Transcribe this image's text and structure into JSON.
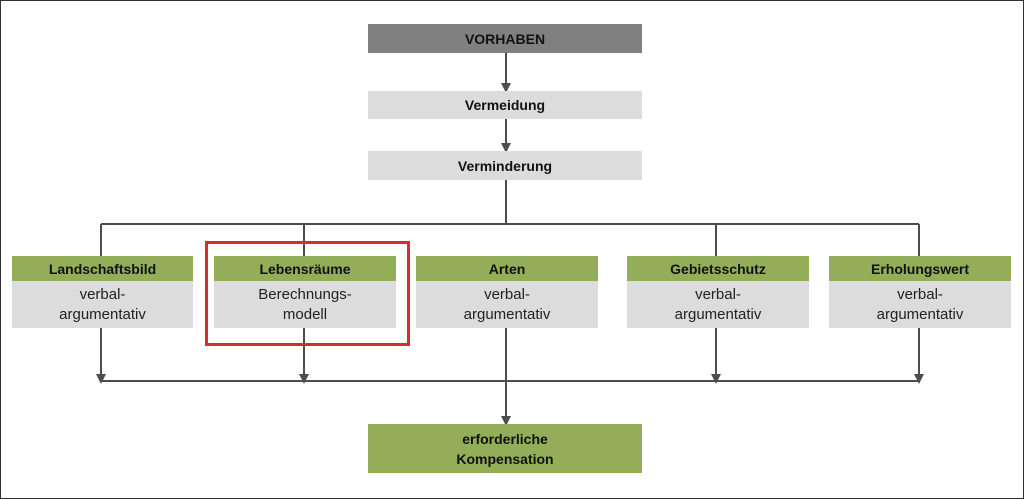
{
  "colors": {
    "top_fill": "#808080",
    "step_fill": "#dcdcdc",
    "category_header_fill": "#93ad58",
    "result_fill": "#93ad58",
    "connector": "#4d4d4d",
    "highlight": "#d32f2f"
  },
  "top": {
    "label": "VORHABEN"
  },
  "steps": [
    {
      "label": "Vermeidung"
    },
    {
      "label": "Verminderung"
    }
  ],
  "categories": [
    {
      "title": "Landschaftsbild",
      "method_line1": "verbal-",
      "method_line2": "argumentativ",
      "highlighted": false
    },
    {
      "title": "Lebensräume",
      "method_line1": "Berechnungs-",
      "method_line2": "modell",
      "highlighted": true
    },
    {
      "title": "Arten",
      "method_line1": "verbal-",
      "method_line2": "argumentativ",
      "highlighted": false
    },
    {
      "title": "Gebietsschutz",
      "method_line1": "verbal-",
      "method_line2": "argumentativ",
      "highlighted": false
    },
    {
      "title": "Erholungswert",
      "method_line1": "verbal-",
      "method_line2": "argumentativ",
      "highlighted": false
    }
  ],
  "result": {
    "line1": "erforderliche",
    "line2": "Kompensation"
  }
}
